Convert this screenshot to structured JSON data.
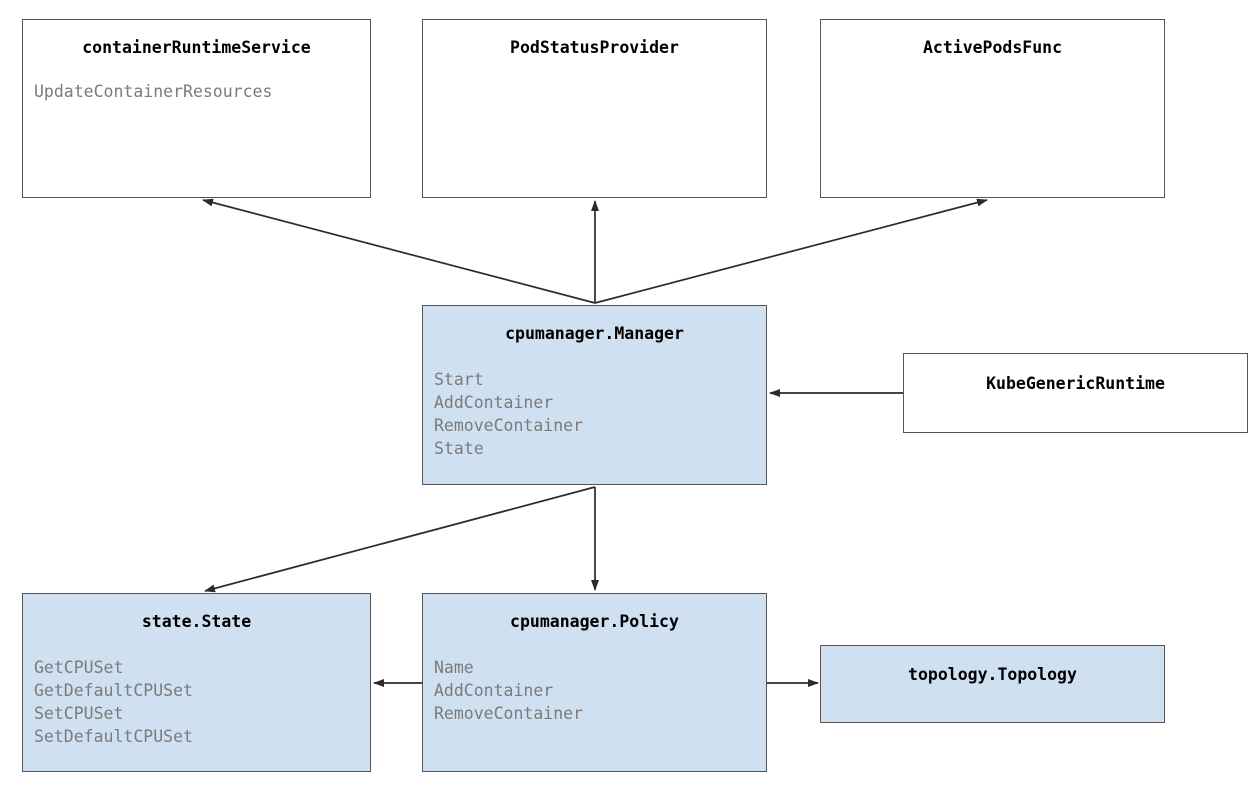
{
  "diagram": {
    "kind": "class-diagram",
    "background_color": "#ffffff",
    "fill_color": "#cfe0f0",
    "border_color": "#555555",
    "member_text_color": "#7b7b7b",
    "title_text_color": "#000000"
  },
  "nodes": {
    "container_runtime_service": {
      "title": "containerRuntimeService",
      "members": [
        "UpdateContainerResources"
      ]
    },
    "pod_status_provider": {
      "title": "PodStatusProvider",
      "members": []
    },
    "active_pods_func": {
      "title": "ActivePodsFunc",
      "members": []
    },
    "cpumanager_manager": {
      "title": "cpumanager.Manager",
      "members": [
        "Start",
        "AddContainer",
        "RemoveContainer",
        "State"
      ]
    },
    "kube_generic_runtime": {
      "title": "KubeGenericRuntime",
      "members": []
    },
    "state_state": {
      "title": "state.State",
      "members": [
        "GetCPUSet",
        "GetDefaultCPUSet",
        "SetCPUSet",
        "SetDefaultCPUSet"
      ]
    },
    "cpumanager_policy": {
      "title": "cpumanager.Policy",
      "members": [
        "Name",
        "AddContainer",
        "RemoveContainer"
      ]
    },
    "topology_topology": {
      "title": "topology.Topology",
      "members": []
    }
  },
  "edges": [
    {
      "from": "cpumanager_manager",
      "to": "container_runtime_service",
      "style": "solid-arrow"
    },
    {
      "from": "cpumanager_manager",
      "to": "pod_status_provider",
      "style": "solid-arrow"
    },
    {
      "from": "cpumanager_manager",
      "to": "active_pods_func",
      "style": "solid-arrow"
    },
    {
      "from": "cpumanager_manager",
      "to": "state_state",
      "style": "solid-arrow"
    },
    {
      "from": "cpumanager_manager",
      "to": "cpumanager_policy",
      "style": "solid-arrow"
    },
    {
      "from": "kube_generic_runtime",
      "to": "cpumanager_manager",
      "style": "solid-arrow"
    },
    {
      "from": "cpumanager_policy",
      "to": "state_state",
      "style": "solid-arrow"
    },
    {
      "from": "cpumanager_policy",
      "to": "topology_topology",
      "style": "solid-arrow"
    }
  ]
}
